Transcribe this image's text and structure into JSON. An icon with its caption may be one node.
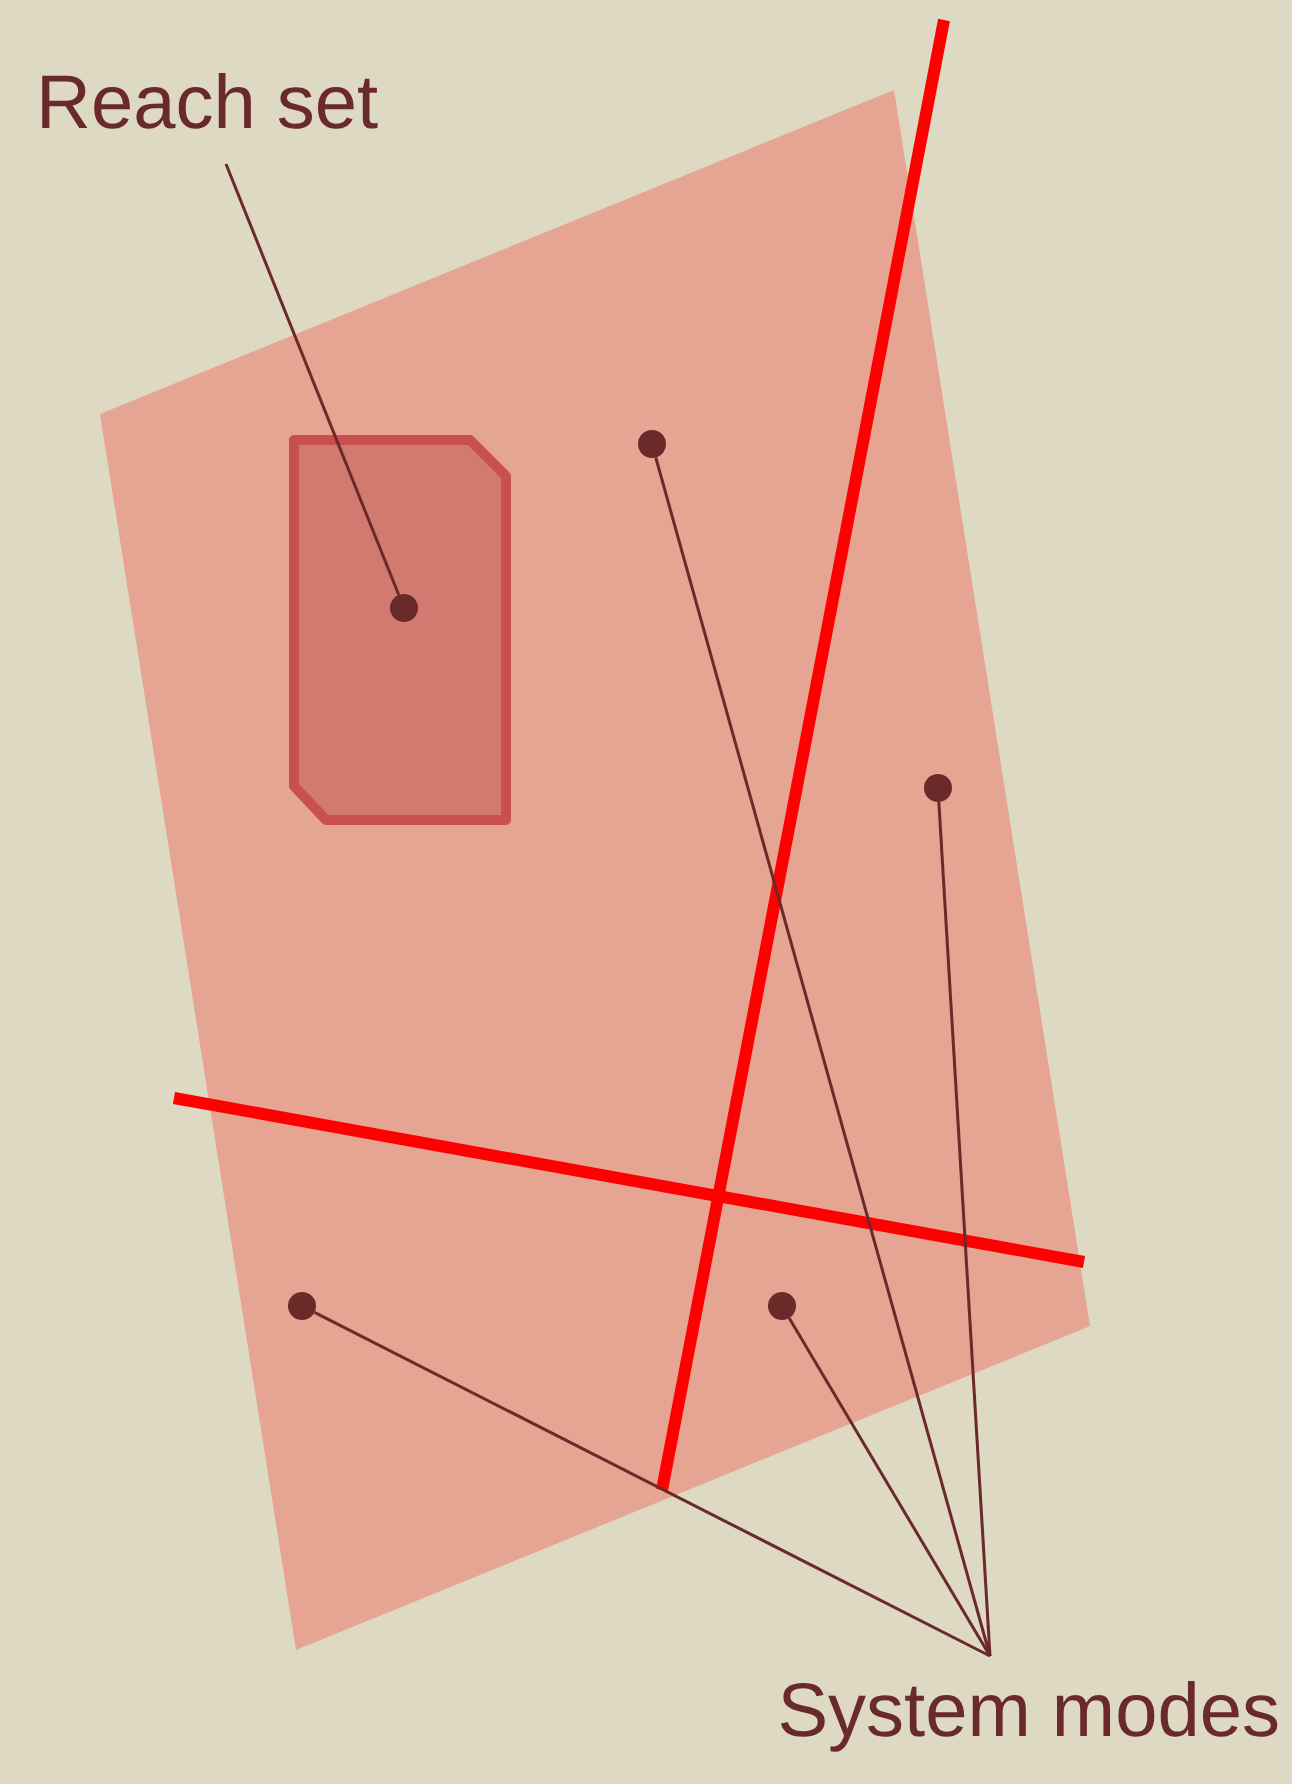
{
  "diagram": {
    "nodes": [
      {
        "text": [
          "Reach set"
        ]
      },
      {
        "text": [
          "System modes"
        ]
      },
      {
        "text": [],
        "shape": "circle"
      },
      {
        "text": [],
        "shape": "circle"
      },
      {
        "text": [],
        "shape": "circle"
      },
      {
        "text": [],
        "shape": "circle"
      },
      {
        "text": [],
        "shape": "circle"
      }
    ],
    "edges": [
      {
        "from": 0,
        "to": 2,
        "arrow": "none"
      },
      {
        "from": 1,
        "to": 3,
        "arrow": "none"
      },
      {
        "from": 1,
        "to": 4,
        "arrow": "none"
      },
      {
        "from": 1,
        "to": 5,
        "arrow": "none"
      },
      {
        "from": 1,
        "to": 6,
        "arrow": "none"
      }
    ]
  }
}
